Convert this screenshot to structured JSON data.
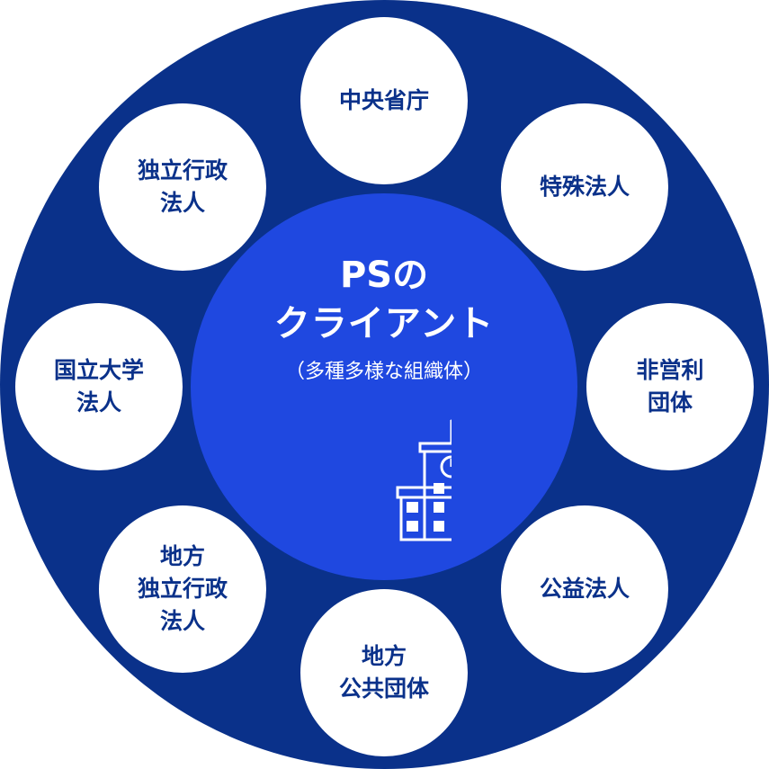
{
  "center": {
    "line1": "PSの",
    "line2": "クライアント",
    "line3": "（多種多様な組織体）",
    "icon": "school-building-icon"
  },
  "nodes": [
    {
      "lines": [
        "中央省庁"
      ]
    },
    {
      "lines": [
        "特殊法人"
      ]
    },
    {
      "lines": [
        "非営利",
        "団体"
      ]
    },
    {
      "lines": [
        "公益法人"
      ]
    },
    {
      "lines": [
        "地方",
        "公共団体"
      ]
    },
    {
      "lines": [
        "地方",
        "独立行政",
        "法人"
      ]
    },
    {
      "lines": [
        "国立大学",
        "法人"
      ]
    },
    {
      "lines": [
        "独立行政",
        "法人"
      ]
    }
  ],
  "colors": {
    "outer": "#0a318a",
    "center": "#1f48e0",
    "node_text": "#0a318a"
  }
}
